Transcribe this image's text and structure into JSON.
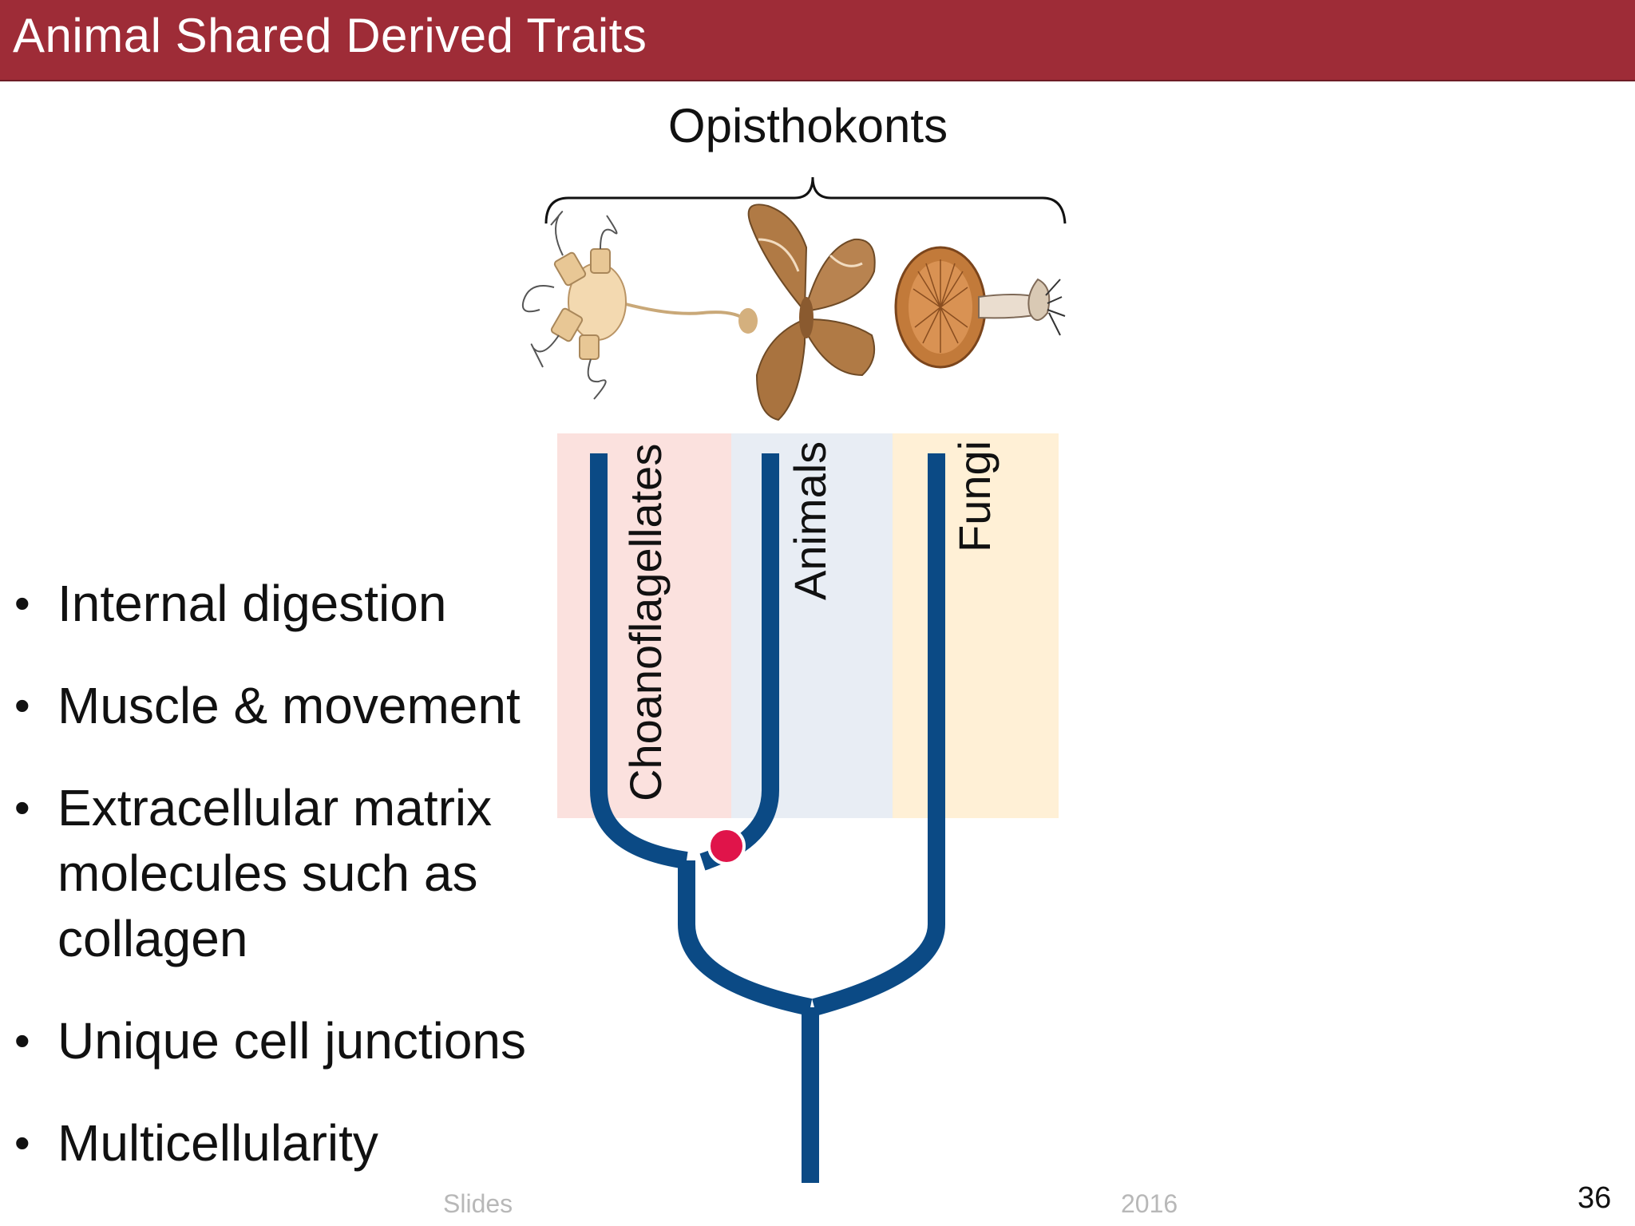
{
  "slide": {
    "title": "Animal Shared Derived Traits",
    "page_number": "36",
    "footer_left": "Slides",
    "footer_right": "2016"
  },
  "diagram": {
    "group_label": "Opisthokonts",
    "clades": [
      {
        "name": "Choanoflagellates",
        "band_color": "#fbe1de"
      },
      {
        "name": "Animals",
        "band_color": "#e8edf4"
      },
      {
        "name": "Fungi",
        "band_color": "#fff0d6"
      }
    ],
    "branch_color": "#0b4a85",
    "node_color": "#e0144a",
    "organisms": [
      "choanoflagellate-illustration",
      "moth-illustration",
      "mushroom-illustration"
    ]
  },
  "traits": [
    "Internal digestion",
    "Muscle & movement",
    "Extracellular matrix molecules such as collagen",
    "Unique cell junctions",
    "Multicellularity"
  ]
}
